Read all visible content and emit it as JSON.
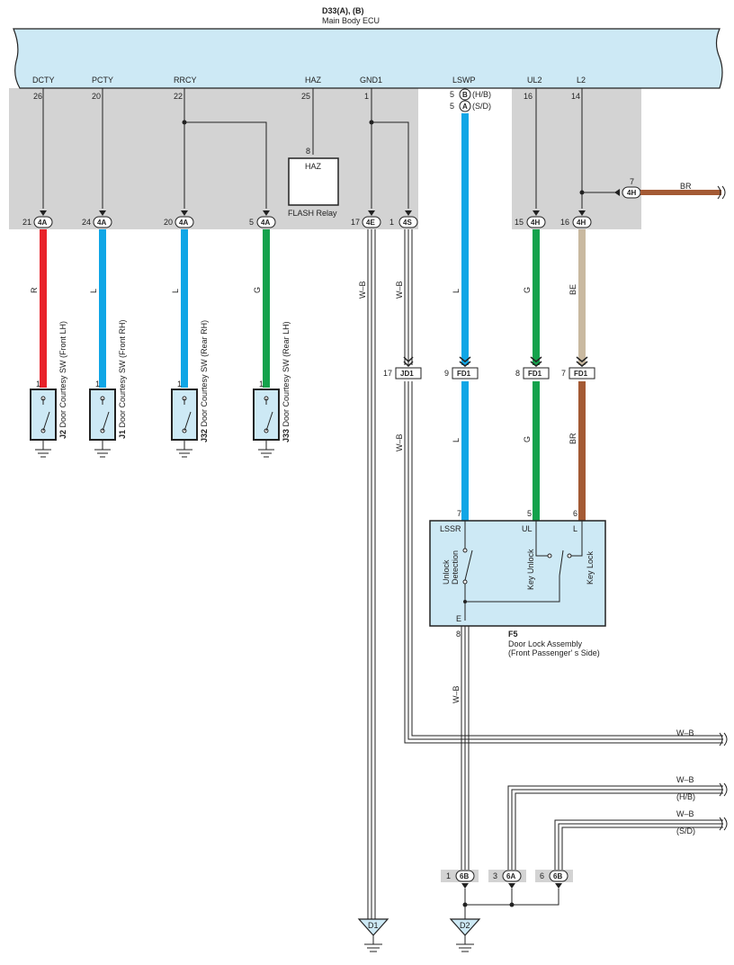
{
  "ecu": {
    "code": "D33(A), (B)",
    "name": "Main Body ECU"
  },
  "ecu_pins": [
    {
      "signal": "DCTY",
      "pin": "26"
    },
    {
      "signal": "PCTY",
      "pin": "20"
    },
    {
      "signal": "RRCY",
      "pin": "22"
    },
    {
      "signal": "HAZ",
      "pin": "25"
    },
    {
      "signal": "GND1",
      "pin": "1"
    },
    {
      "signal": "LSWP",
      "pin": "5"
    },
    {
      "signal": "UL2",
      "pin": "16"
    },
    {
      "signal": "L2",
      "pin": "14"
    }
  ],
  "lswp_connectors": [
    {
      "letter": "B",
      "note": "(H/B)"
    },
    {
      "letter": "A",
      "note": "(S/D)"
    }
  ],
  "relay": {
    "pin": "8",
    "label": "HAZ",
    "name": "FLASH Relay"
  },
  "j4h_side": {
    "pin": "7",
    "connector": "4H",
    "color": "BR"
  },
  "row_connectors": [
    {
      "pin": "21",
      "connector": "4A",
      "color": "R"
    },
    {
      "pin": "24",
      "connector": "4A",
      "color": "L"
    },
    {
      "pin": "20",
      "connector": "4A",
      "color": "L"
    },
    {
      "pin": "5",
      "connector": "4A",
      "color": "G"
    },
    {
      "pin": "17",
      "connector": "4E",
      "color": "W–B"
    },
    {
      "pin": "1",
      "connector": "4S",
      "color": "W–B"
    },
    {
      "pin": "15",
      "connector": "4H",
      "color": "G"
    },
    {
      "pin": "16",
      "connector": "4H",
      "color": "BE"
    }
  ],
  "lswp_wire_color": "L",
  "switches": [
    {
      "code": "J2",
      "name": "Door Courtesy SW (Front LH)",
      "pin": "1"
    },
    {
      "code": "J1",
      "name": "Door Courtesy SW (Front RH)",
      "pin": "1"
    },
    {
      "code": "J32",
      "name": "Door Courtesy SW (Rear RH)",
      "pin": "1"
    },
    {
      "code": "J33",
      "name": "Door Courtesy SW (Rear LH)",
      "pin": "1"
    }
  ],
  "junctions": [
    {
      "pin": "17",
      "connector": "JD1",
      "color_below": "W–B"
    },
    {
      "pin": "9",
      "connector": "FD1",
      "color_below": "L"
    },
    {
      "pin": "8",
      "connector": "FD1",
      "color_below": "G"
    },
    {
      "pin": "7",
      "connector": "FD1",
      "color_below": "BR"
    }
  ],
  "door_lock": {
    "code": "F5",
    "name": "Door Lock Assembly",
    "side": "(Front Passenger' s Side)",
    "top_pins": [
      "7",
      "5",
      "6"
    ],
    "terminals": [
      "LSSR",
      "UL",
      "L"
    ],
    "unlock_line1": "Unlock",
    "unlock_line2": "Detection",
    "key_unlock": "Key Unlock",
    "key_lock": "Key Lock",
    "e_terminal": "E",
    "e_pin": "8",
    "e_wire_color": "W–B"
  },
  "right_wires": [
    {
      "color": "W–B",
      "note": ""
    },
    {
      "color": "W–B",
      "note": "(H/B)"
    },
    {
      "color": "W–B",
      "note": "(S/D)"
    }
  ],
  "bottom_connectors": [
    {
      "pin": "1",
      "connector": "6B"
    },
    {
      "pin": "3",
      "connector": "6A"
    },
    {
      "pin": "6",
      "connector": "6B"
    }
  ],
  "grounds": [
    "D1",
    "D2"
  ],
  "colors": {
    "panel": "#cde9f5",
    "gray": "#d3d3d3",
    "R": "#e8232a",
    "L": "#10a6e6",
    "G": "#14a24c",
    "BE": "#c9b9a0",
    "BR": "#a45a34"
  }
}
